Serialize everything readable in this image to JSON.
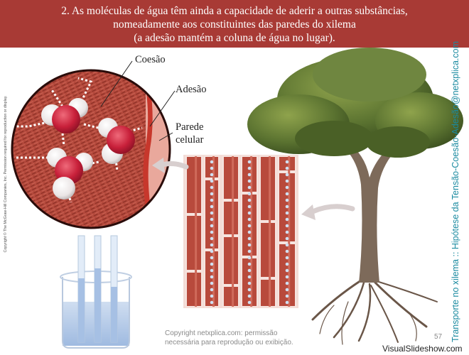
{
  "slide": {
    "title_lines": [
      "2. As moléculas de água têm ainda a capacidade de aderir a outras substâncias,",
      "nomeadamente aos constituintes das paredes do xilema",
      "(a adesão mantém a coluna de água no lugar)."
    ],
    "labels": {
      "cohesion": "Coesão",
      "adhesion": "Adesão",
      "cell_wall_line1": "Parede",
      "cell_wall_line2": "celular"
    },
    "side_title": "Transporte no xilema :: Hipótese da Tensão-Coesão-Adesão@netxplica.com",
    "copyright_vertical": "Copyright © The McGraw-Hill Companies, Inc. Permission required for reproduction or display.",
    "footer_line1": "Copyright netxplica.com: permissão",
    "footer_line2": "necessária para reprodução ou exibição.",
    "page_number": "57",
    "watermark": "VisualSlideshow.com"
  },
  "colors": {
    "header_bg": "#a83a35",
    "side_title": "#1a8aa0",
    "tissue": "#b4493c",
    "oxygen": "#c8203a",
    "hydrogen": "#f2eeee"
  }
}
